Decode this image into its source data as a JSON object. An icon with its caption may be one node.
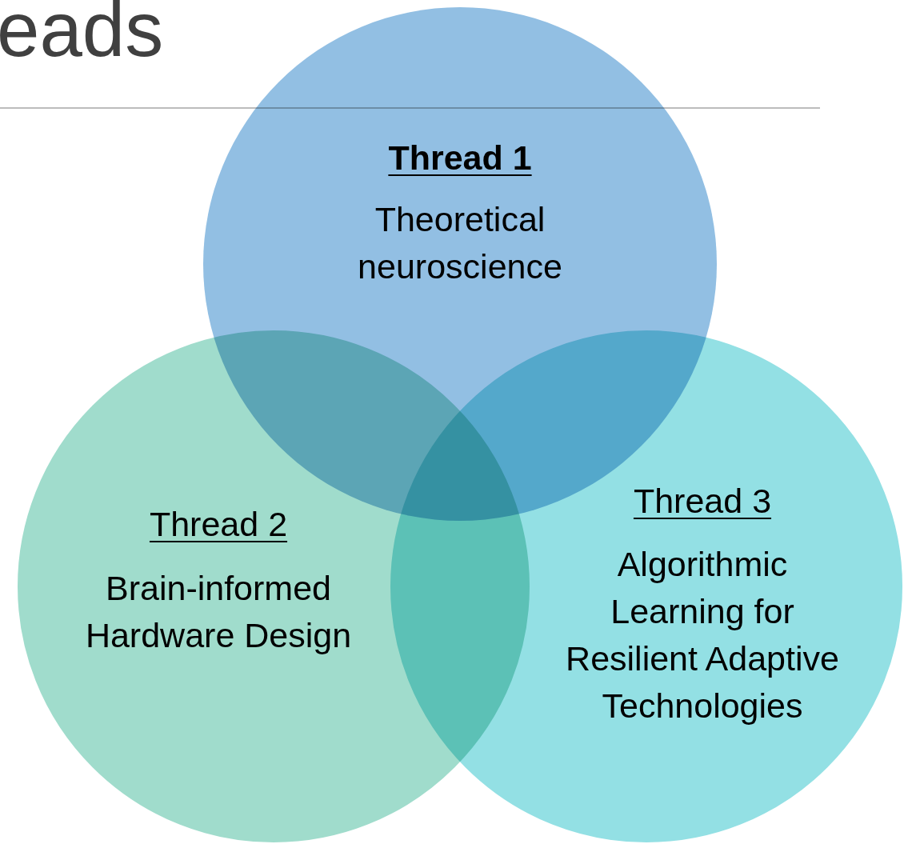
{
  "diagram": {
    "title": "eads",
    "nodes": [
      {
        "text": [
          "Thread 1",
          "Theoretical neuroscience"
        ]
      },
      {
        "text": [
          "Thread 2",
          "Brain-informed Hardware Design"
        ]
      },
      {
        "text": [
          "Thread 3",
          "Algorithmic Learning for Resilient Adaptive Technologies"
        ]
      }
    ]
  }
}
